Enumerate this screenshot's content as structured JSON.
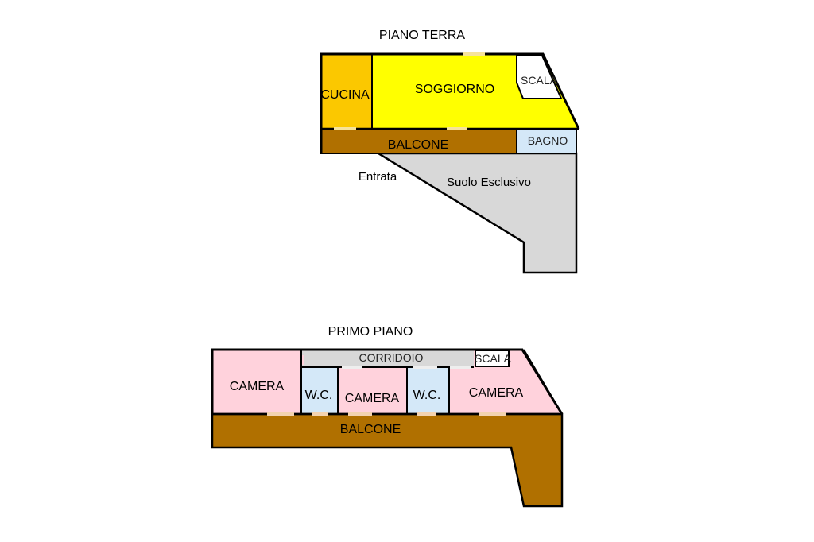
{
  "ground_floor": {
    "title": "PIANO TERRA",
    "rooms": {
      "kitchen": "CUCINA",
      "living": "SOGGIORNO",
      "stairs": "SCALA",
      "balcony": "BALCONE",
      "bathroom": "BAGNO"
    },
    "entrance": "Entrata",
    "exclusive_ground": "Suolo Esclusivo"
  },
  "first_floor": {
    "title": "PRIMO PIANO",
    "rooms": {
      "corridor": "CORRIDOIO",
      "stairs": "SCALA",
      "bedroom_left": "CAMERA",
      "wc_left": "W.C.",
      "bedroom_middle": "CAMERA",
      "wc_right": "W.C.",
      "bedroom_right": "CAMERA",
      "balcony": "BALCONE"
    }
  },
  "colors": {
    "kitchen": "#fbc800",
    "living": "#ffff00",
    "balcony": "#b07000",
    "bathroom": "#d4e8f8",
    "exclusive_ground": "#d8d8d8",
    "bedroom": "#ffd2dc",
    "corridor": "#d8d8d8",
    "wall": "#000000"
  }
}
